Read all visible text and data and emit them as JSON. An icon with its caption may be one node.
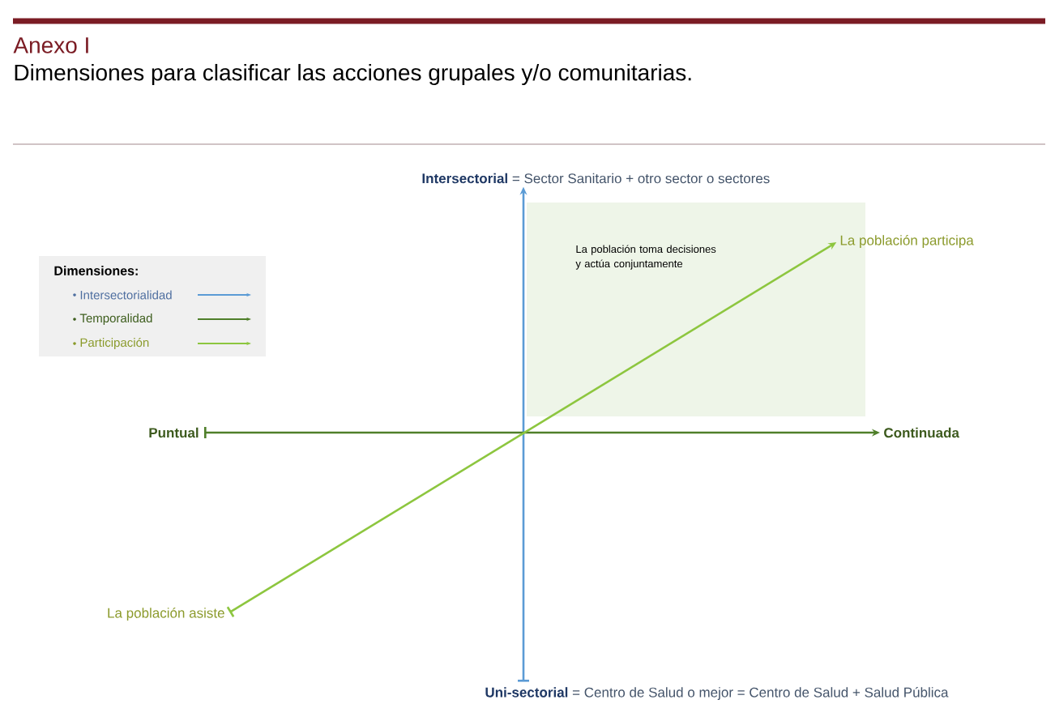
{
  "diagram": {
    "title": "Anexo I",
    "nodes": [
      {
        "text": [
          "**Intersectorial** = Sector Sanitario + otro sector o sectores"
        ]
      },
      {
        "text": [
          "**Uni-sectorial** = Centro de Salud o mejor = Centro de Salud + Salud Pública"
        ]
      },
      {
        "text": [
          "Puntual"
        ]
      },
      {
        "text": [
          "Continuada"
        ]
      },
      {
        "text": [
          "La población asiste"
        ]
      },
      {
        "text": [
          "La población participa"
        ]
      },
      {
        "text": [
          "La población toma decisiones y actúa conjuntamente"
        ]
      }
    ],
    "edges": [
      {
        "from": 1,
        "to": 0,
        "arrow": "to",
        "color": "#5b9bd5"
      },
      {
        "from": 2,
        "to": 3,
        "arrow": "to",
        "color": "#4f7f2a"
      },
      {
        "from": 4,
        "to": 5,
        "arrow": "to",
        "color": "#8dc63f"
      }
    ],
    "labels": [
      "Dimensiones para clasificar las acciones grupales y/o comunitarias.",
      "Dimensiones:"
    ],
    "legend": [
      {
        "text": "Intersectorialidad"
      },
      {
        "text": "Temporalidad"
      },
      {
        "text": "Participación"
      }
    ]
  }
}
